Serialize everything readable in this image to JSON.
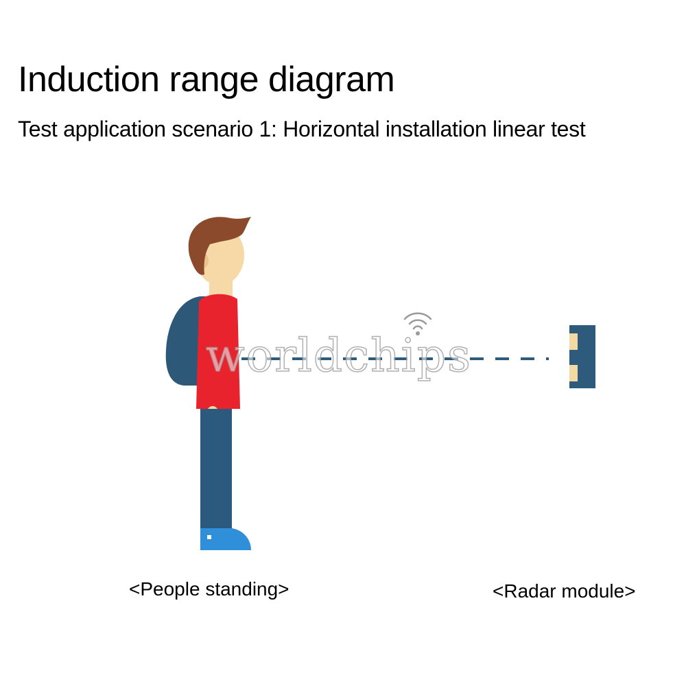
{
  "header": {
    "title": "Induction range diagram",
    "subtitle": "Test application scenario 1: Horizontal installation linear test"
  },
  "labels": {
    "person": "<People standing>",
    "radar": "<Radar module>"
  },
  "watermark": {
    "text": "worldchips"
  },
  "icons": {
    "person": "standing-person-with-backpack-icon",
    "radar": "radar-module-icon",
    "signal": "wifi-signal-icon"
  },
  "colors": {
    "hair": "#8B4A2B",
    "skin": "#F6D9A6",
    "shirt": "#E8232E",
    "backpack": "#2D5877",
    "pants": "#2C5A7E",
    "shoe": "#2F8FD8",
    "radar_body": "#2E5A7C",
    "radar_pad": "#F3D9A4",
    "beam": "#2E5A7C"
  }
}
